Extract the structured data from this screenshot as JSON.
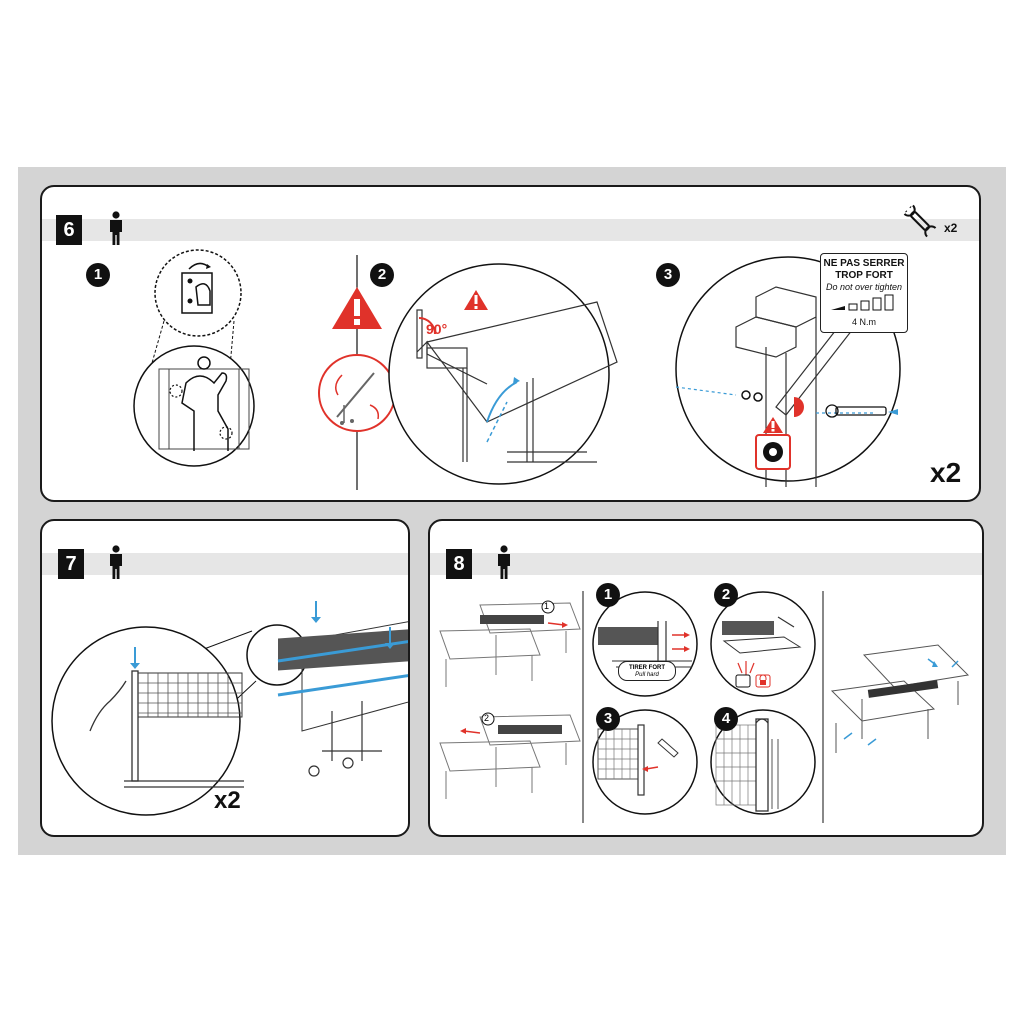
{
  "colors": {
    "warning_red": "#e0322a",
    "accent_blue": "#3a9bd6",
    "ink": "#111111",
    "band_grey": "#e6e6e6"
  },
  "step6": {
    "number": "6",
    "substeps": [
      "1",
      "2",
      "3"
    ],
    "angle_label": "90°",
    "wrench_count": "x2",
    "torque_warning": {
      "fr": "NE PAS SERRER TROP FORT",
      "en": "Do not over tighten",
      "value": "4 N.m"
    },
    "repeat": "x2"
  },
  "step7": {
    "number": "7",
    "repeat": "x2"
  },
  "step8": {
    "number": "8",
    "substeps": [
      "1",
      "2",
      "3",
      "4"
    ],
    "callout_1": "1",
    "callout_2": "2",
    "pull_hint": {
      "fr": "TIRER FORT",
      "en": "Pull hard"
    }
  }
}
